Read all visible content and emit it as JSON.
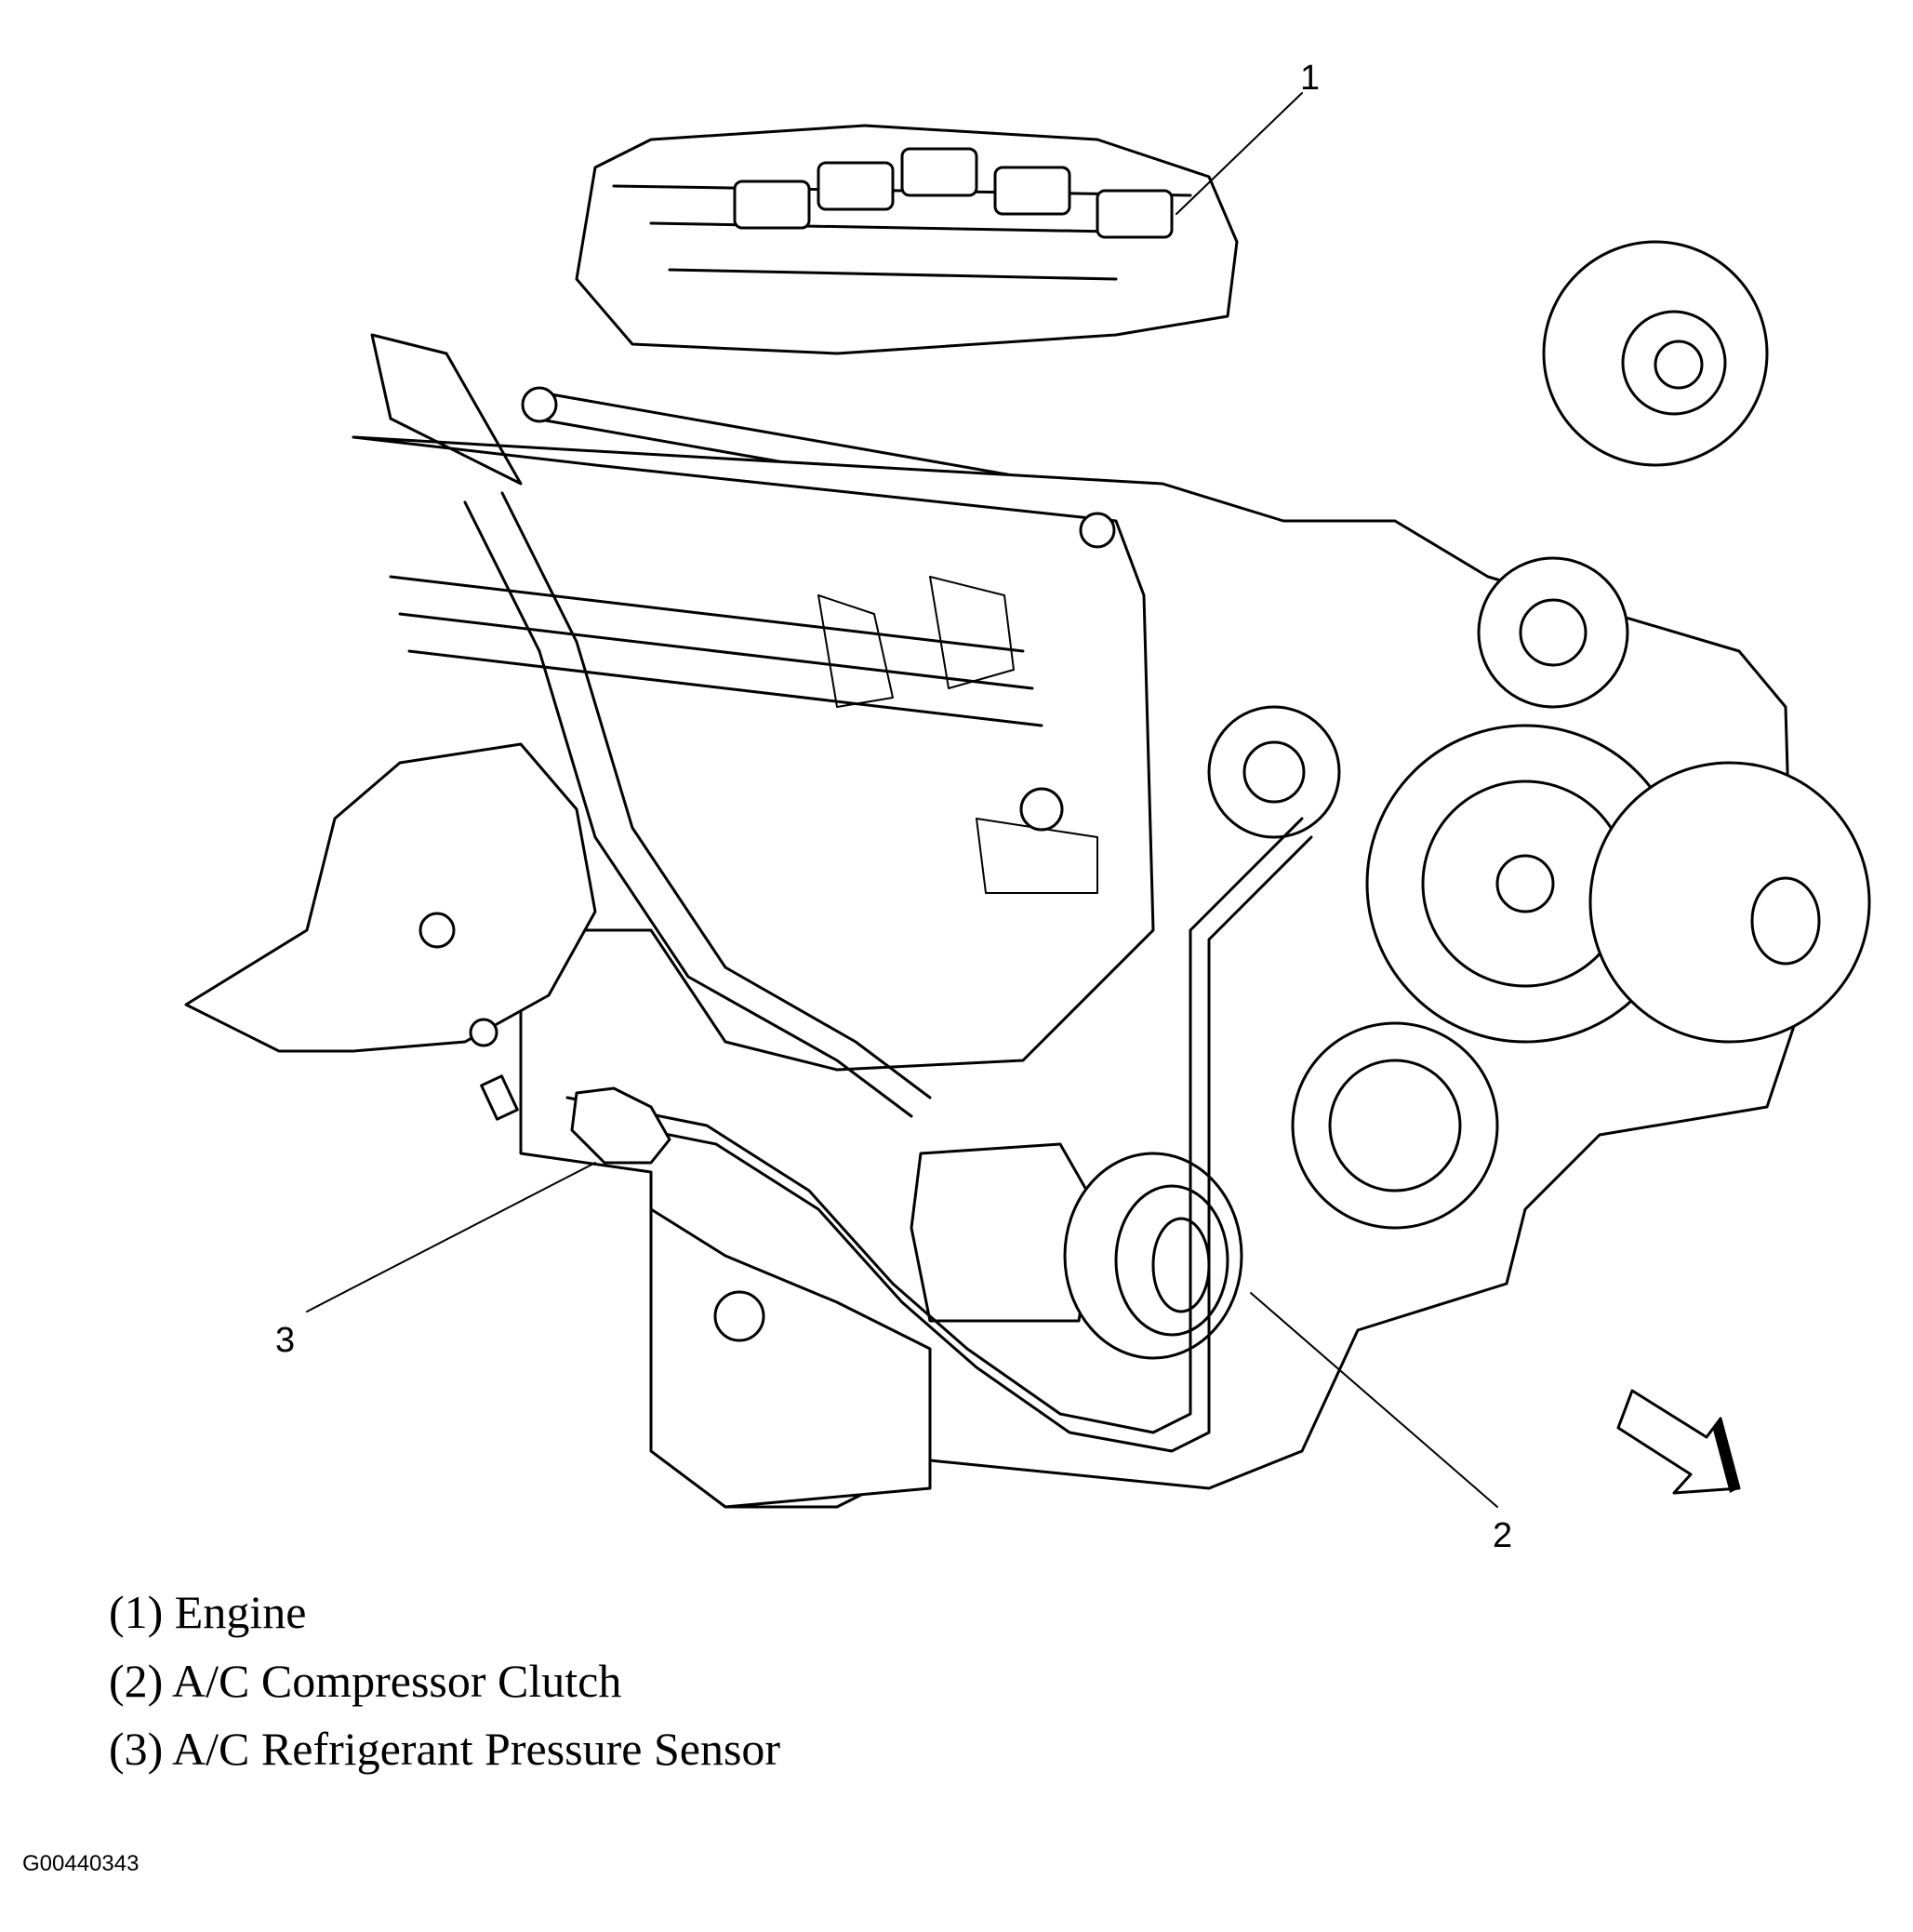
{
  "callouts": [
    {
      "number": "1"
    },
    {
      "number": "2"
    },
    {
      "number": "3"
    }
  ],
  "legend": [
    {
      "text": "(1) Engine"
    },
    {
      "text": "(2) A/C Compressor Clutch"
    },
    {
      "text": "(3) A/C Refrigerant Pressure Sensor"
    }
  ],
  "figure_id": "G00440343",
  "icons": {
    "direction": "front-direction-arrow-icon"
  }
}
